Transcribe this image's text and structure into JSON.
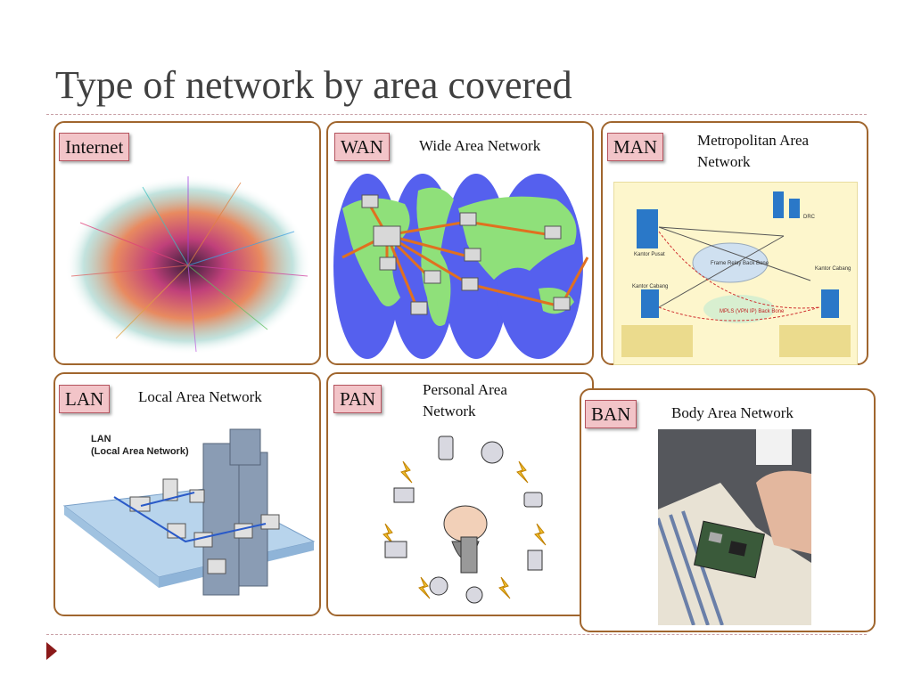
{
  "title": "Type of network by area covered",
  "panels": {
    "internet": {
      "tag": "Internet"
    },
    "wan": {
      "tag": "WAN",
      "desc": "Wide Area Network"
    },
    "man": {
      "tag": "MAN",
      "desc": "Metropolitan Area Network",
      "labels": {
        "pusat": "Kantor Pusat",
        "cabang": "Kantor Cabang",
        "cabang2": "Kantor Cabang",
        "drc": "DRC",
        "frame": "Frame Relay Back Bone",
        "mpls": "MPLS (VPN IP) Back Bone"
      }
    },
    "lan": {
      "tag": "LAN",
      "desc": "Local Area Network",
      "caption1": "LAN",
      "caption2": "(Local Area Network)"
    },
    "pan": {
      "tag": "PAN",
      "desc": "Personal Area Network"
    },
    "ban": {
      "tag": "BAN",
      "desc": "Body Area Network"
    }
  },
  "colors": {
    "panel_border": "#a0662e",
    "tag_fill": "#f2c4c8",
    "tag_border": "#b55560",
    "rule": "#c9a0a6",
    "title": "#404040",
    "bullet": "#8b1a1a"
  }
}
